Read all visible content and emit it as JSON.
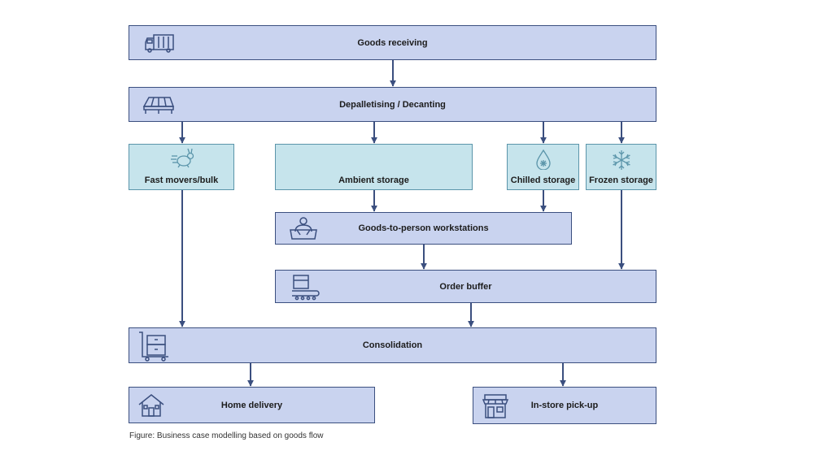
{
  "nodes": {
    "goods_receiving": "Goods receiving",
    "depalletising": "Depalletising / Decanting",
    "fast_movers": "Fast movers/bulk",
    "ambient_storage": "Ambient storage",
    "chilled_storage": "Chilled storage",
    "frozen_storage": "Frozen storage",
    "gtp_workstations": "Goods-to-person workstations",
    "order_buffer": "Order buffer",
    "consolidation": "Consolidation",
    "home_delivery": "Home delivery",
    "instore_pickup": "In-store pick-up"
  },
  "icons": {
    "goods_receiving": "truck-icon",
    "depalletising": "pallet-icon",
    "fast_movers": "rabbit-icon",
    "chilled_storage": "water-drop-icon",
    "frozen_storage": "snowflake-icon",
    "gtp_workstations": "worker-icon",
    "order_buffer": "conveyor-icon",
    "consolidation": "trolley-icon",
    "home_delivery": "house-icon",
    "instore_pickup": "store-icon"
  },
  "colors": {
    "process_box": "#c9d3ef",
    "storage_box": "#c6e4ec",
    "arrow": "#3b4f7f"
  },
  "caption": "Figure: Business case modelling based on goods flow"
}
